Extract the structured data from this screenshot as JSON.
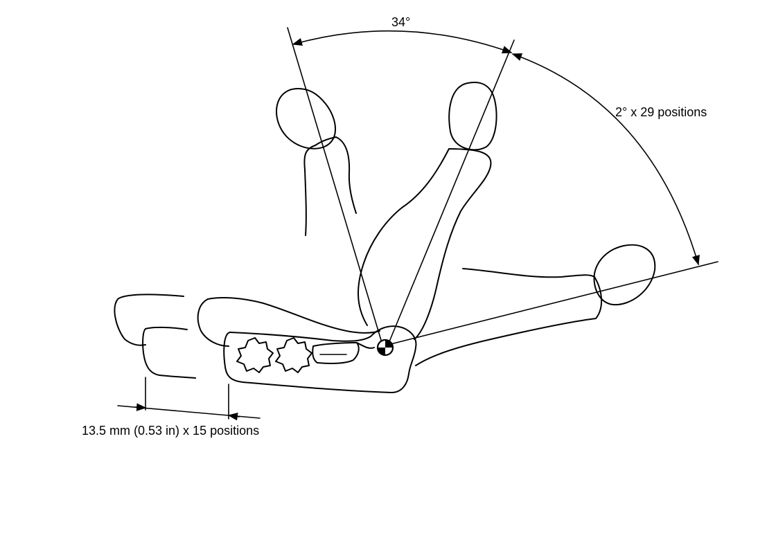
{
  "diagram": {
    "recline_range_label": "34°",
    "recline_steps_label": "2° x 29 positions",
    "slide_steps_label": "13.5 mm (0.53 in) x 15 positions",
    "colors": {
      "line": "#000000",
      "background": "#ffffff"
    }
  }
}
